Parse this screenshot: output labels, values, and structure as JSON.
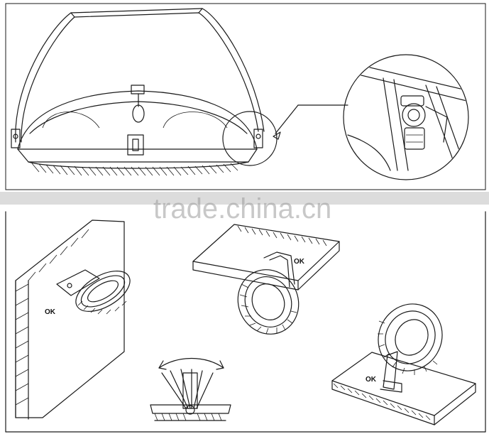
{
  "watermark": "trade.china.cn",
  "labels": {
    "wall_mount": "OK",
    "ceiling_mount": "OK",
    "floor_mount": "OK"
  },
  "colors": {
    "line": "#1a1a1a",
    "watermark": "#9a9a9a",
    "band": "#dcdcdc",
    "background": "#ffffff"
  }
}
